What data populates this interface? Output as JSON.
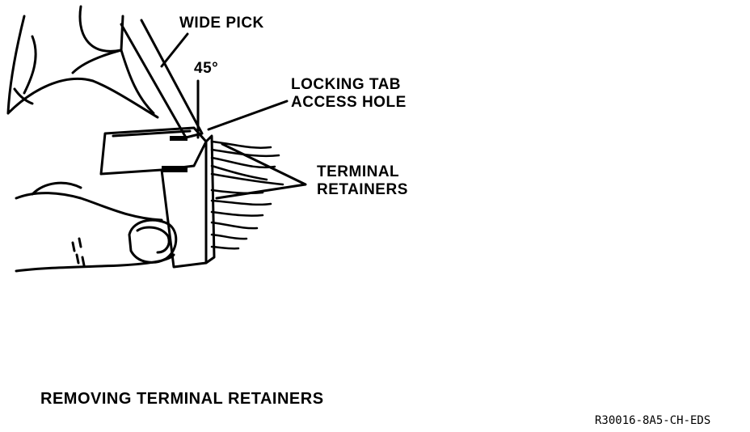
{
  "labels": {
    "wide_pick": "WIDE PICK",
    "angle": "45°",
    "locking_tab_line1": "LOCKING TAB",
    "locking_tab_line2": "ACCESS HOLE",
    "terminal_line1": "TERMINAL",
    "terminal_line2": "RETAINERS"
  },
  "caption": "REMOVING TERMINAL RETAINERS",
  "figure_id": "R30016-8A5-CH-EDS"
}
